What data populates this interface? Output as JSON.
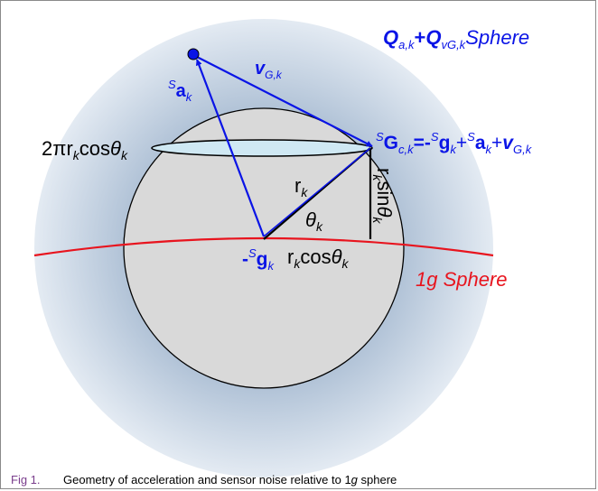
{
  "labels": {
    "outer_sphere": {
      "q1": "Q",
      "q1_sub": "a,k",
      "plus": "+",
      "q2": "Q",
      "q2_sub": "vG,k",
      "word": "Sphere"
    },
    "one_g_sphere": "1g Sphere",
    "v_vector": {
      "base": "v",
      "sub": "G,k"
    },
    "a_vector": {
      "sup": "S",
      "base": "a",
      "sub": "k"
    },
    "circumference": {
      "prefix": "2",
      "pi": "π",
      "r": "r",
      "r_sub": "k",
      "cos": "cos",
      "theta": "θ",
      "theta_sub": "k"
    },
    "g_point": {
      "sup1": "S",
      "G": "G",
      "sub1": "c,k",
      "eq": "=-",
      "sup2": "S",
      "g": "g",
      "sub2": "k",
      "plus1": "+",
      "sup3": "S",
      "a": "a",
      "sub3": "k",
      "plus2": "+",
      "v": "v",
      "sub4": "G,k"
    },
    "radius": {
      "r": "r",
      "sub": "k"
    },
    "angle": {
      "theta": "θ",
      "sub": "k"
    },
    "vertical": {
      "r": "r",
      "r_sub": "k",
      "sin": "sin",
      "theta": "θ",
      "theta_sub": "k"
    },
    "center": {
      "minus": "-",
      "sup": "S",
      "g": "g",
      "sub": "k"
    },
    "horizontal": {
      "r": "r",
      "sub": "k",
      "cos": "cos",
      "theta": "θ",
      "theta_sub": "k"
    }
  },
  "caption": {
    "number": "Fig 1.",
    "text_before": "Geometry of acceleration and sensor noise relative to 1",
    "g_italic": "g",
    "text_after": " sphere"
  },
  "colors": {
    "blue": "#0a14e6",
    "red": "#e8141e",
    "sphere_fill": "#d9d9d9",
    "halo_edge": "#b9c7d9",
    "ellipse_fill": "#cfe8f3"
  }
}
